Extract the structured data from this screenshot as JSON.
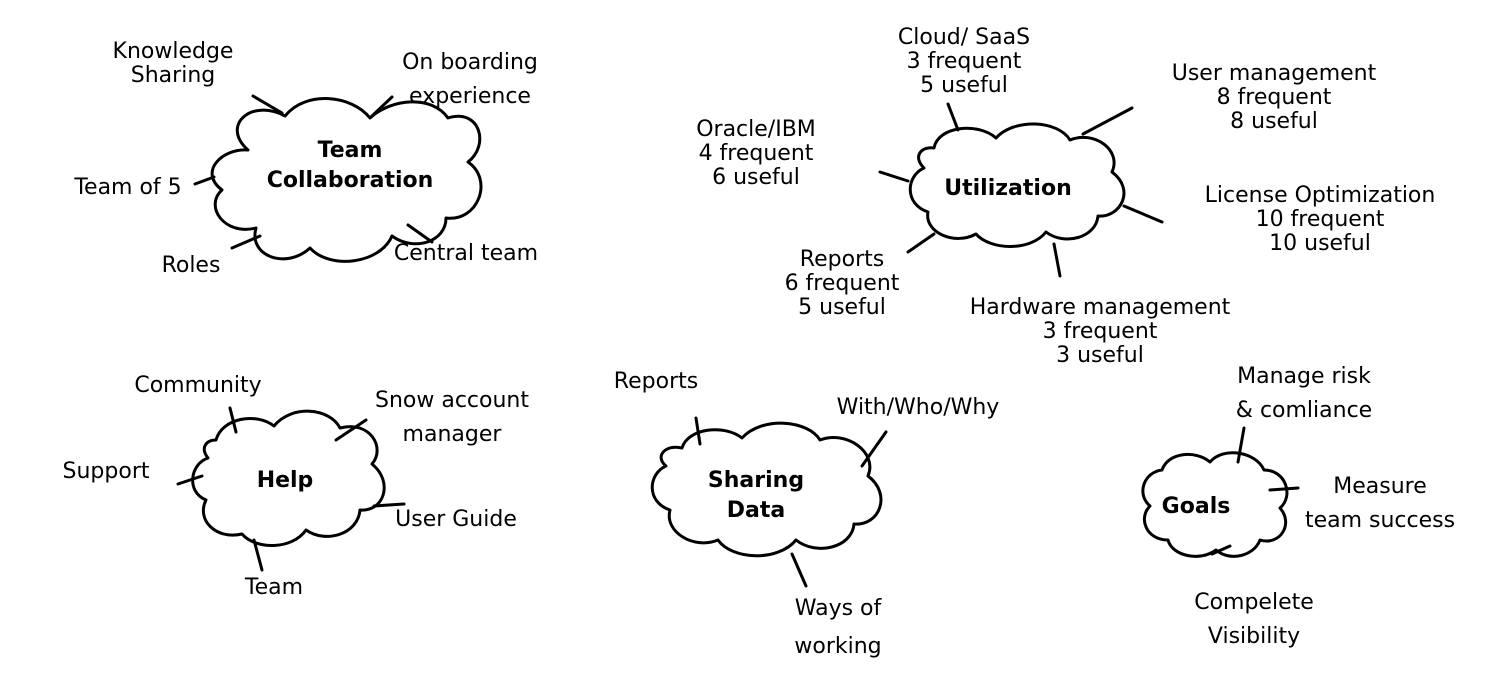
{
  "clusters": {
    "team": {
      "hub": [
        "Team",
        "Collaboration"
      ],
      "knowledge": [
        "Knowledge",
        "Sharing"
      ],
      "onboarding": [
        "On boarding",
        "experience"
      ],
      "team_of_5": "Team of 5",
      "roles": "Roles",
      "central": "Central team"
    },
    "utilization": {
      "hub": "Utilization",
      "cloud": [
        "Cloud/ SaaS",
        "3 frequent",
        "5 useful"
      ],
      "user_mgmt": [
        "User management",
        "8 frequent",
        "8 useful"
      ],
      "oracle": [
        "Oracle/IBM",
        "4 frequent",
        "6 useful"
      ],
      "license": [
        "License Optimization",
        "10 frequent",
        "10 useful"
      ],
      "reports": [
        "Reports",
        "6 frequent",
        "5 useful"
      ],
      "hardware": [
        "Hardware management",
        "3 frequent",
        "3 useful"
      ]
    },
    "help": {
      "hub": "Help",
      "community": "Community",
      "snow": [
        "Snow account",
        "manager"
      ],
      "support": "Support",
      "user_guide": "User Guide",
      "team": "Team"
    },
    "sharing": {
      "hub": [
        "Sharing",
        "Data"
      ],
      "reports": "Reports",
      "with_who_why": "With/Who/Why",
      "ways": [
        "Ways of",
        "working"
      ]
    },
    "goals": {
      "hub": "Goals",
      "risk": [
        "Manage risk",
        "& comliance"
      ],
      "measure": [
        "Measure",
        "team success"
      ],
      "visibility": [
        "Compelete",
        "Visibility"
      ]
    }
  }
}
